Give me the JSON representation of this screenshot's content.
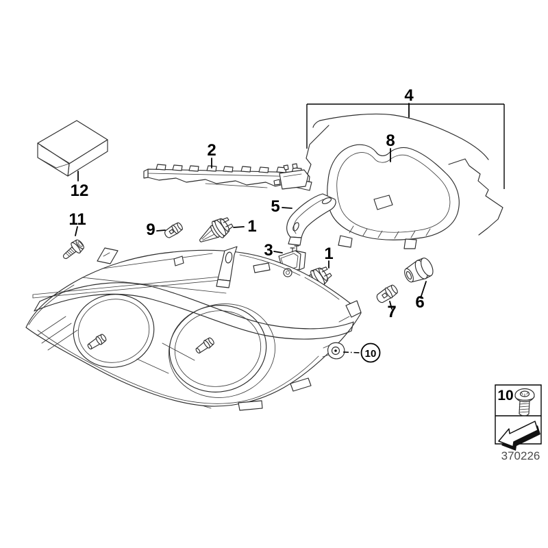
{
  "diagram": {
    "plate_number": "370226",
    "callouts": {
      "bulb_a": "1",
      "bulb_b": "1",
      "carrier_strip": "2",
      "adjuster_motor": "3",
      "seal_set": "4",
      "bracket": "5",
      "bulb_socket": "6",
      "indicator_bulb": "7",
      "housing_cover": "8",
      "side_bulb": "9",
      "screw_callout": "10",
      "bolt": "11",
      "parts_box": "12"
    },
    "legend": {
      "ref": "10",
      "icons": [
        "screw-icon",
        "direction-arrow-icon"
      ]
    },
    "colors": {
      "line": "#2b2b2b",
      "label": "#000000",
      "plate_text": "#4a4a4a",
      "background": "#ffffff"
    }
  }
}
